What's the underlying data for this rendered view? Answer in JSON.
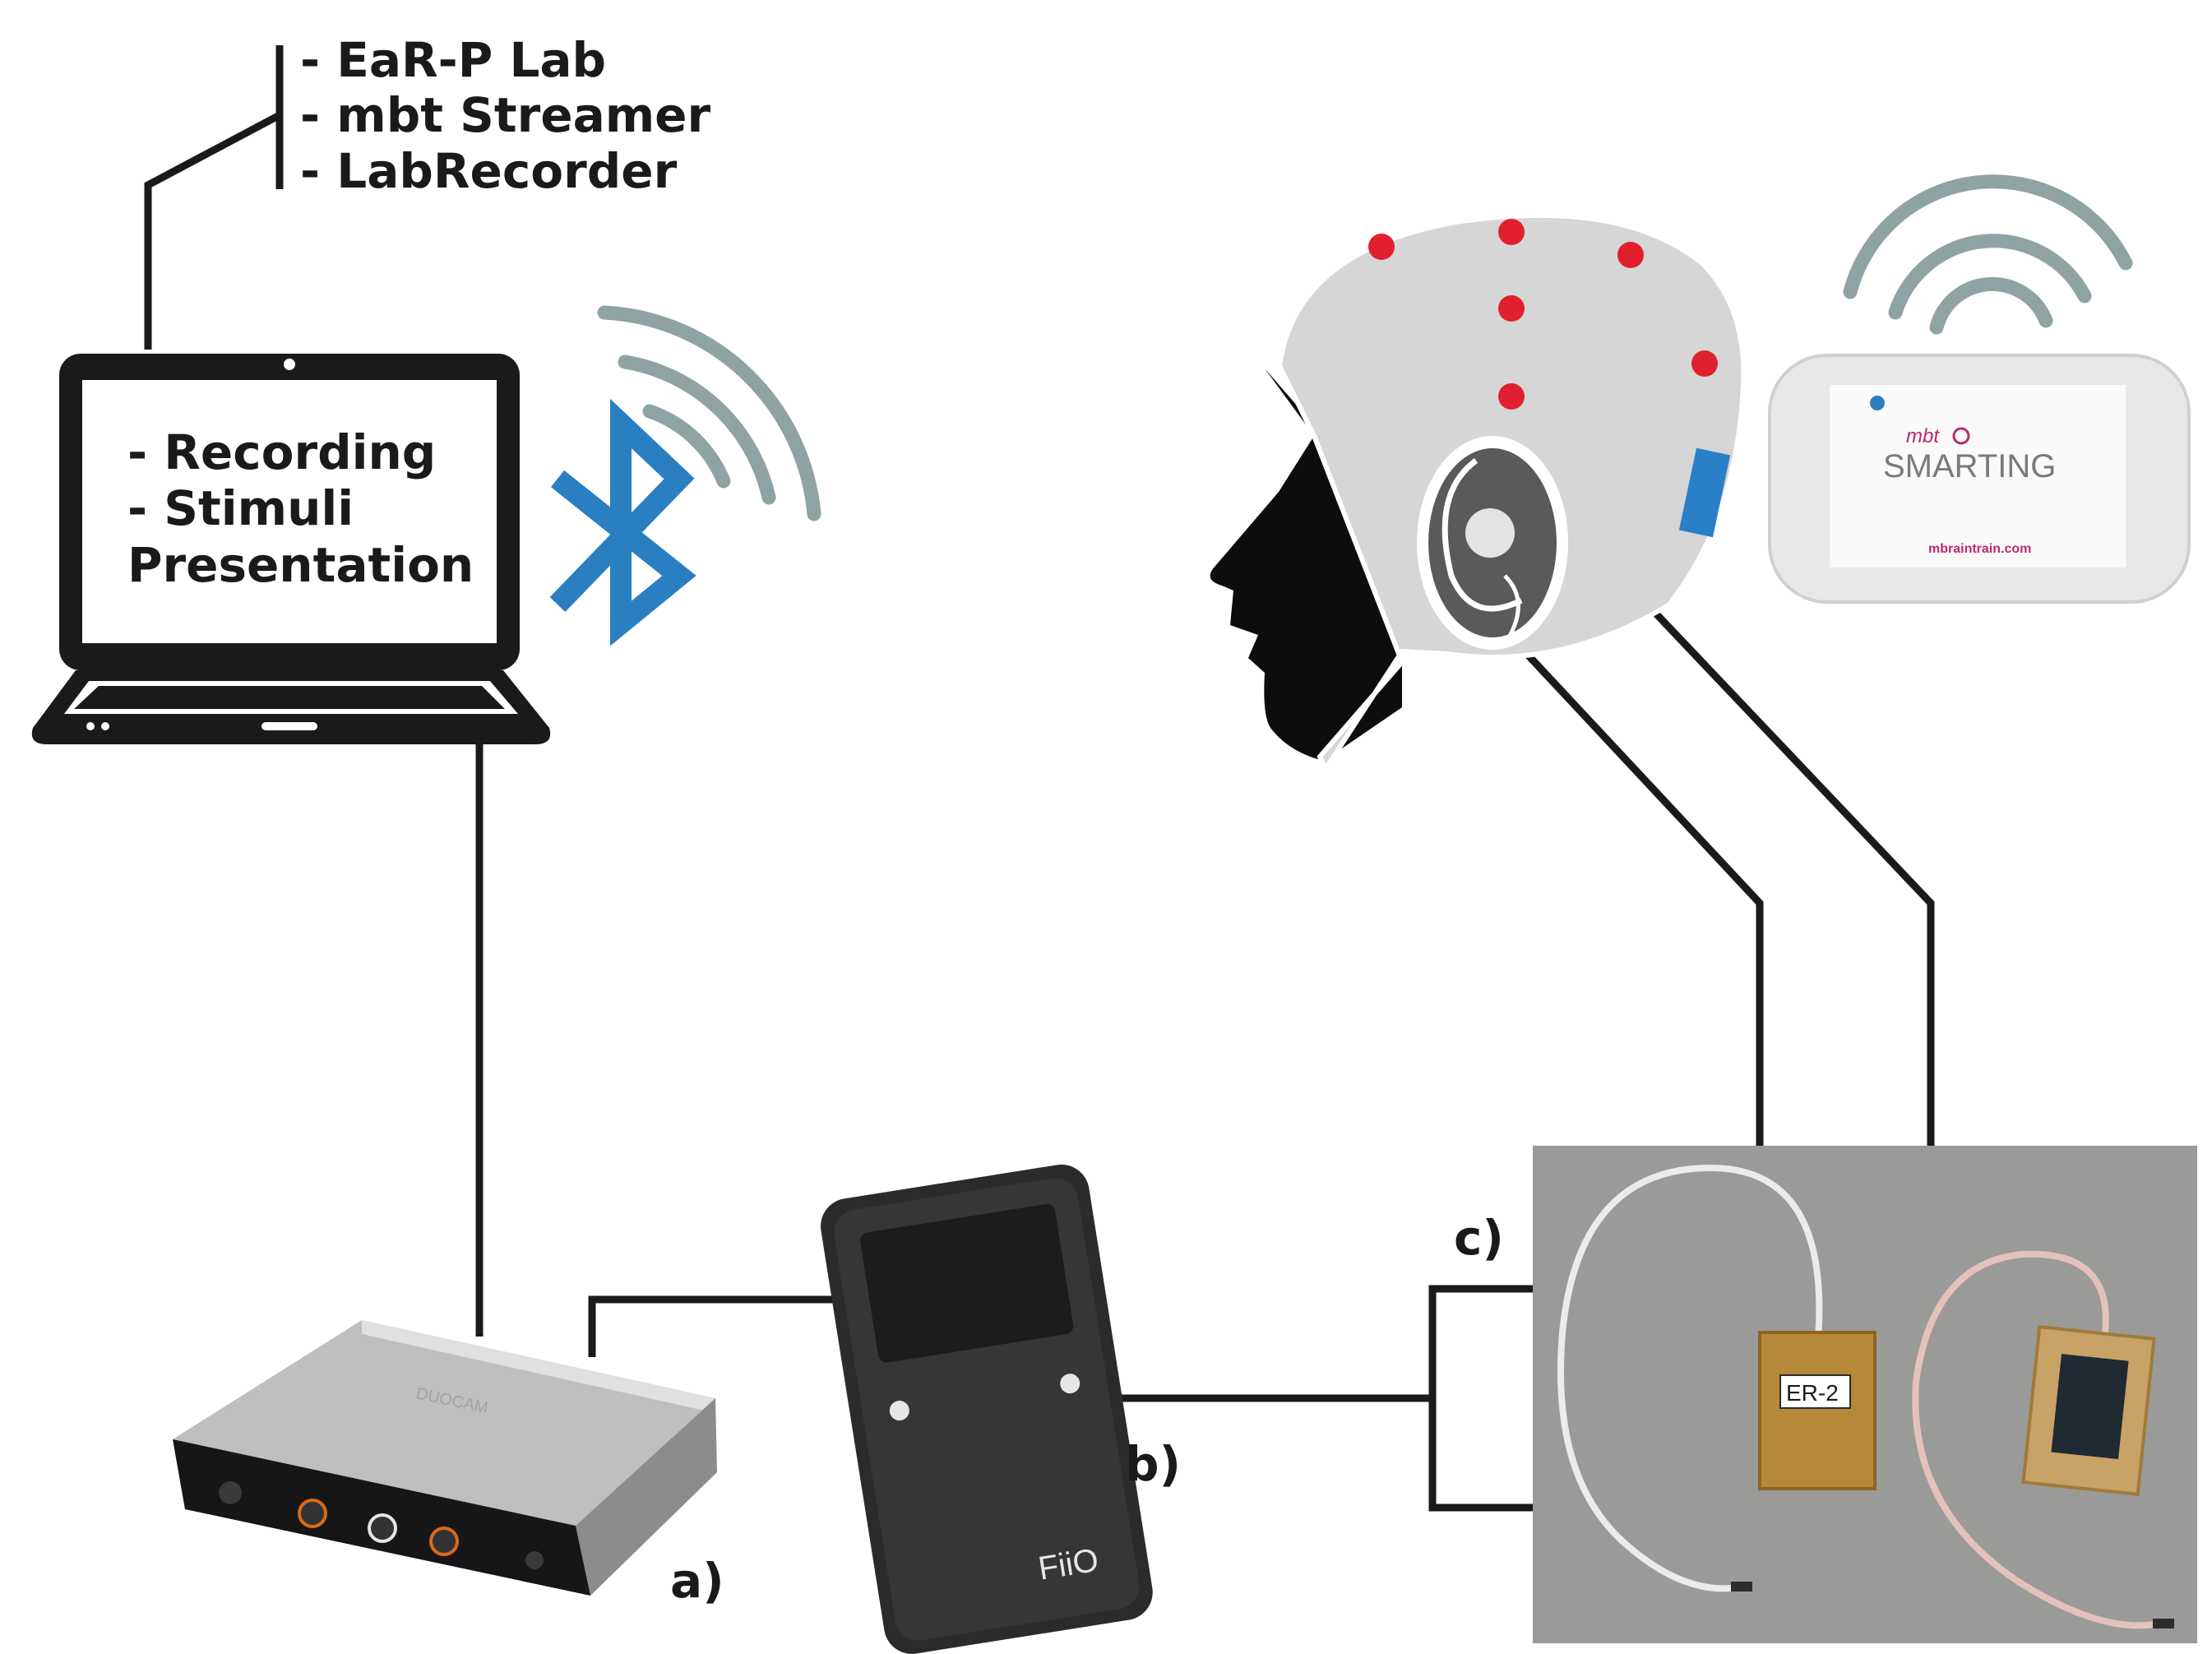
{
  "software_list": [
    "- EaR-P Lab",
    "- mbt Streamer",
    "- LabRecorder"
  ],
  "laptop": {
    "screen_lines": [
      "- Recording",
      "- Stimuli",
      "Presentation"
    ]
  },
  "wireless": {
    "bluetooth_icon": "bluetooth-icon",
    "signal_icon": "wifi-signal-icon"
  },
  "smarting": {
    "brand": "mbt",
    "name": "SMARTING",
    "url": "mbraintrain.com"
  },
  "devices": {
    "a_label": "a)",
    "b_label": "b)",
    "c_label": "c)",
    "soundcard_brand": "DUOCAM",
    "dap_brand": "FiiO",
    "er2_tag": "ER-2"
  },
  "colors": {
    "electrode": "#e0202e",
    "bluetooth": "#2a7fc1",
    "signal": "#8fa3a3",
    "cap": "#d6d6d6",
    "line": "#1a1a1a",
    "smarting_accent": "#c0266f",
    "amp_connector": "#2980c9"
  }
}
